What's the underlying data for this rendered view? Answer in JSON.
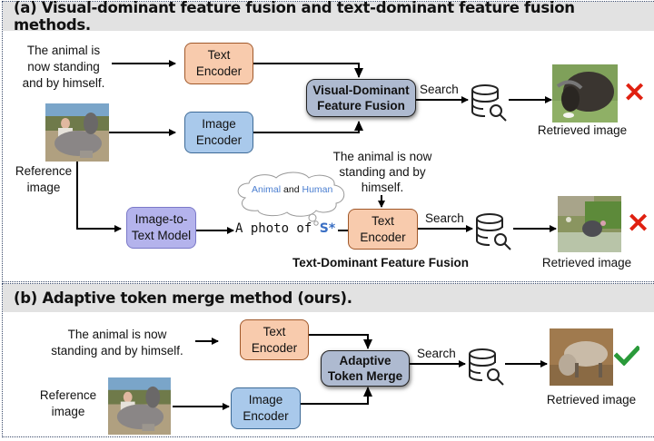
{
  "panel_a": {
    "title": "(a) Visual-dominant feature fusion and text-dominant feature fusion methods.",
    "query_text": "The animal is\nnow standing\nand by himself.",
    "text_encoder": "Text\nEncoder",
    "image_encoder": "Image\nEncoder",
    "reference_label": "Reference\nimage",
    "visual_fusion": "Visual-Dominant\nFeature Fusion",
    "search_1": "Search",
    "retrieved_1": "Retrieved image",
    "result_1": "incorrect",
    "i2t_model": "Image-to-\nText Model",
    "thought_word_1": "Animal",
    "thought_and": "and",
    "thought_word_2": "Human",
    "photo_prefix": "A photo of",
    "pseudo_token": "S*",
    "query_text_2": "The animal is now\nstanding and by\nhimself.",
    "text_encoder_2": "Text\nEncoder",
    "search_2": "Search",
    "text_fusion_label": "Text-Dominant Feature Fusion",
    "retrieved_2": "Retrieved image",
    "result_2": "incorrect"
  },
  "panel_b": {
    "title": "(b) Adaptive token merge method (ours).",
    "query_text": "The animal is now\nstanding and by himself.",
    "text_encoder": "Text\nEncoder",
    "reference_label": "Reference\nimage",
    "image_encoder": "Image\nEncoder",
    "merge": "Adaptive\nToken Merge",
    "search": "Search",
    "retrieved": "Retrieved image",
    "result": "correct"
  },
  "colors": {
    "text_encoder_fill": "#f8cbad",
    "image_encoder_fill": "#a9c9eb",
    "i2t_fill": "#b4b3ec",
    "fusion_fill": "#aebad0",
    "thought_word": "#4a7ed0",
    "pseudo_token": "#3a6fc4",
    "wrong_mark": "#e02010",
    "correct_mark": "#2a9a3a",
    "header_bg": "#e2e2e2"
  }
}
